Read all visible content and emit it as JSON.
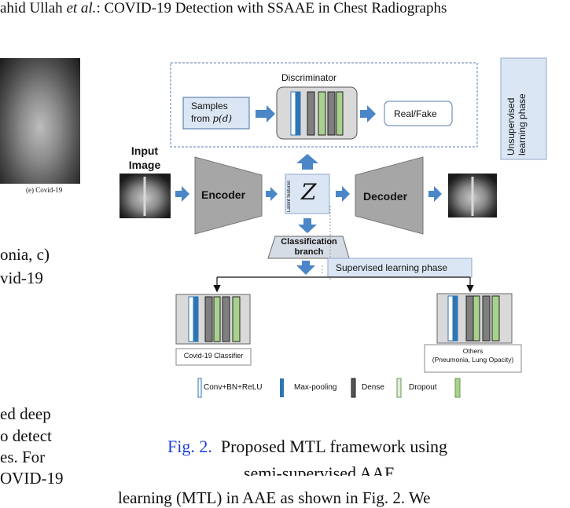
{
  "header": {
    "running_head": "ahid Ullah ",
    "et_al": "et al.",
    "running_tail": ": COVID-19 Detection with SSAAE in Chest Radiographs"
  },
  "left_column": {
    "subfig_label": "(e) Covid-19",
    "text_lines": [
      "onia, c)",
      "vid-19"
    ],
    "lower_lines": [
      "ed  deep",
      "o  detect",
      "es.  For",
      "OVID-19"
    ]
  },
  "diagram": {
    "discriminator_title": "Discriminator",
    "samples_label": "Samples from ",
    "samples_math": "p(d)",
    "real_fake": "Real/Fake",
    "unsupervised_label": "Unsupervised learning phase",
    "input_image_label": "Input Image",
    "encoder": "Encoder",
    "decoder": "Decoder",
    "latent_label": "Latent features",
    "z_symbol": "Z",
    "classification_branch": "Classification branch",
    "supervised_label": "Supervised learning phase",
    "covid_classifier": "Covid-19 Classifier",
    "others_label": "Others",
    "others_sub": "(Pneumonia, Lung Opacity)",
    "legend": {
      "conv": "Conv+BN+ReLU",
      "maxpool": "Max-pooling",
      "dense": "Dense",
      "dropout": "Dropout"
    },
    "colors": {
      "arrow_blue": "#4a86c8",
      "phase_box": "#dbe6f4",
      "encoder_gray": "#a6a6a6",
      "dense_gray": "#7f7f7f",
      "dropout_green": "#a9d18e",
      "maxpool_blue": "#2e75b6"
    }
  },
  "caption": {
    "fig_label": "Fig. 2.",
    "text": "Proposed MTL framework using",
    "text2": "semi-supervised AAE"
  },
  "bottom_text": "learning (MTL) in AAE as shown in Fig. 2. We"
}
